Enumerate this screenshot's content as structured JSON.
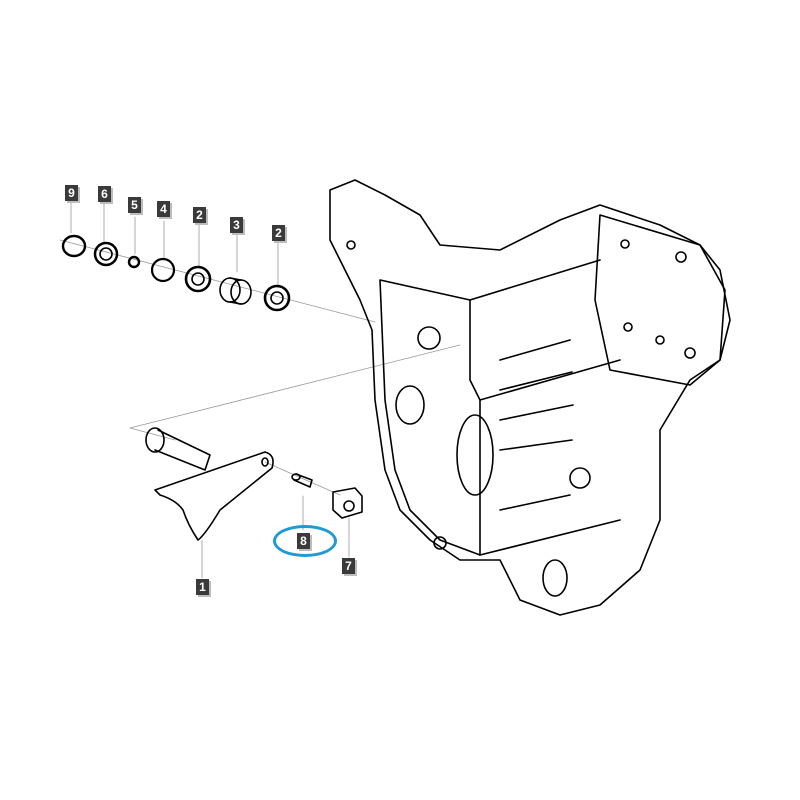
{
  "diagram": {
    "type": "exploded-parts-diagram",
    "subject": "transmission housing assembly",
    "highlight_color": "#1e9ad6",
    "label_bg": "#3a3a3a",
    "highlighted_part": "8",
    "callouts": [
      {
        "id": "9",
        "label": "9",
        "part": "snap ring"
      },
      {
        "id": "6",
        "label": "6",
        "part": "seal"
      },
      {
        "id": "5",
        "label": "5",
        "part": "small snap ring"
      },
      {
        "id": "4",
        "label": "4",
        "part": "circlip"
      },
      {
        "id": "2a",
        "label": "2",
        "part": "bearing"
      },
      {
        "id": "3",
        "label": "3",
        "part": "bushing"
      },
      {
        "id": "2b",
        "label": "2",
        "part": "bearing"
      },
      {
        "id": "1",
        "label": "1",
        "part": "lever shaft"
      },
      {
        "id": "8",
        "label": "8",
        "part": "pin"
      },
      {
        "id": "7",
        "label": "7",
        "part": "nut"
      }
    ]
  }
}
